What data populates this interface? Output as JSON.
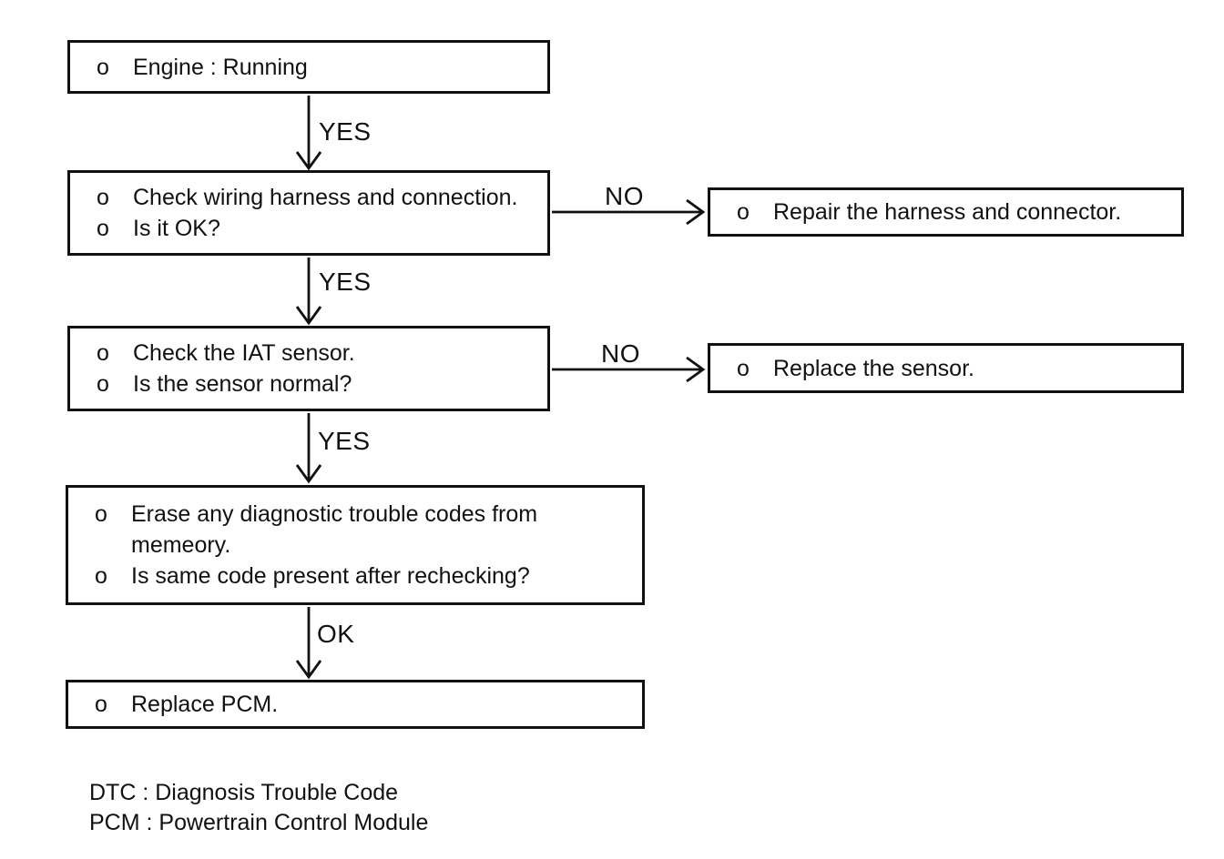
{
  "flowchart": {
    "boxes": [
      {
        "id": "engine-running",
        "lines": [
          {
            "bullet": "o",
            "text": "Engine : Running"
          }
        ]
      },
      {
        "id": "check-wiring",
        "lines": [
          {
            "bullet": "o",
            "text": "Check wiring harness and connection."
          },
          {
            "bullet": "o",
            "text": "Is it OK?"
          }
        ]
      },
      {
        "id": "check-iat-sensor",
        "lines": [
          {
            "bullet": "o",
            "text": "Check the IAT sensor."
          },
          {
            "bullet": "o",
            "text": "Is the sensor normal?"
          }
        ]
      },
      {
        "id": "erase-codes",
        "lines": [
          {
            "bullet": "o",
            "text": "Erase any diagnostic trouble codes from"
          },
          {
            "bullet": "",
            "text": "memeory."
          },
          {
            "bullet": "o",
            "text": "Is same code present after rechecking?"
          }
        ]
      },
      {
        "id": "replace-pcm",
        "lines": [
          {
            "bullet": "o",
            "text": "Replace PCM."
          }
        ]
      },
      {
        "id": "repair-harness",
        "lines": [
          {
            "bullet": "o",
            "text": "Repair the harness and connector."
          }
        ]
      },
      {
        "id": "replace-sensor",
        "lines": [
          {
            "bullet": "o",
            "text": "Replace the sensor."
          }
        ]
      }
    ],
    "connectors": [
      {
        "id": "yes-1",
        "label": "YES"
      },
      {
        "id": "yes-2",
        "label": "YES"
      },
      {
        "id": "yes-3",
        "label": "YES"
      },
      {
        "id": "ok-1",
        "label": "OK"
      },
      {
        "id": "no-1",
        "label": "NO"
      },
      {
        "id": "no-2",
        "label": "NO"
      }
    ],
    "legend": [
      "DTC : Diagnosis Trouble Code",
      "PCM : Powertrain Control Module"
    ],
    "colors": {
      "ink": "#111111",
      "background": "#ffffff"
    }
  }
}
